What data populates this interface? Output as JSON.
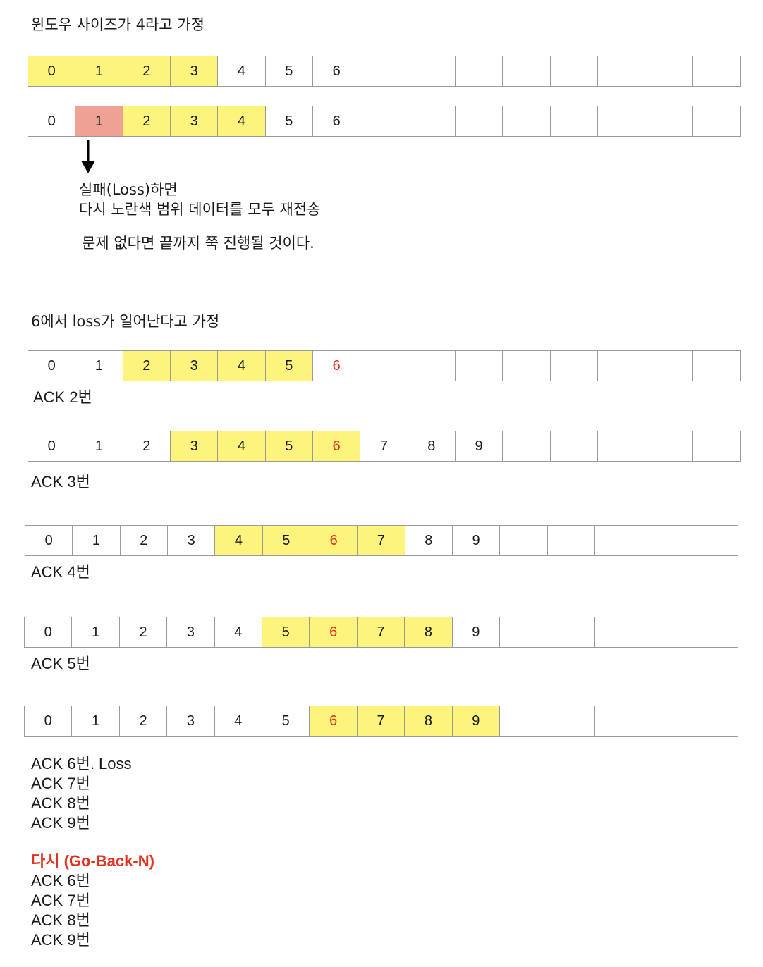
{
  "colors": {
    "window": "#fdf47e",
    "loss_cell": "#f0a196",
    "lost_text": "#e0331f"
  },
  "section1": {
    "title": "윈도우 사이즈가 4라고 가정",
    "rows": [
      {
        "cells": [
          {
            "label": "0",
            "state": "window"
          },
          {
            "label": "1",
            "state": "window"
          },
          {
            "label": "2",
            "state": "window"
          },
          {
            "label": "3",
            "state": "window"
          },
          {
            "label": "4",
            "state": ""
          },
          {
            "label": "5",
            "state": ""
          },
          {
            "label": "6",
            "state": ""
          },
          {
            "label": "",
            "state": ""
          },
          {
            "label": "",
            "state": ""
          },
          {
            "label": "",
            "state": ""
          },
          {
            "label": "",
            "state": ""
          },
          {
            "label": "",
            "state": ""
          },
          {
            "label": "",
            "state": ""
          },
          {
            "label": "",
            "state": ""
          },
          {
            "label": "",
            "state": ""
          }
        ]
      },
      {
        "cells": [
          {
            "label": "0",
            "state": ""
          },
          {
            "label": "1",
            "state": "loss"
          },
          {
            "label": "2",
            "state": "window"
          },
          {
            "label": "3",
            "state": "window"
          },
          {
            "label": "4",
            "state": "window"
          },
          {
            "label": "5",
            "state": ""
          },
          {
            "label": "6",
            "state": ""
          },
          {
            "label": "",
            "state": ""
          },
          {
            "label": "",
            "state": ""
          },
          {
            "label": "",
            "state": ""
          },
          {
            "label": "",
            "state": ""
          },
          {
            "label": "",
            "state": ""
          },
          {
            "label": "",
            "state": ""
          },
          {
            "label": "",
            "state": ""
          },
          {
            "label": "",
            "state": ""
          }
        ]
      }
    ],
    "note_line1": "실패(Loss)하면",
    "note_line2": "다시 노란색 범위 데이터를 모두 재전송",
    "note_line3": "문제 없다면 끝까지 쭉 진행될 것이다."
  },
  "section2": {
    "title": "6에서 loss가 일어난다고 가정",
    "rows": [
      {
        "cells": [
          {
            "label": "0",
            "state": ""
          },
          {
            "label": "1",
            "state": ""
          },
          {
            "label": "2",
            "state": "window"
          },
          {
            "label": "3",
            "state": "window"
          },
          {
            "label": "4",
            "state": "window"
          },
          {
            "label": "5",
            "state": "window"
          },
          {
            "label": "6",
            "state": "lost"
          },
          {
            "label": "",
            "state": ""
          },
          {
            "label": "",
            "state": ""
          },
          {
            "label": "",
            "state": ""
          },
          {
            "label": "",
            "state": ""
          },
          {
            "label": "",
            "state": ""
          },
          {
            "label": "",
            "state": ""
          },
          {
            "label": "",
            "state": ""
          },
          {
            "label": "",
            "state": ""
          }
        ],
        "ack": "ACK 2번"
      },
      {
        "cells": [
          {
            "label": "0",
            "state": ""
          },
          {
            "label": "1",
            "state": ""
          },
          {
            "label": "2",
            "state": ""
          },
          {
            "label": "3",
            "state": "window"
          },
          {
            "label": "4",
            "state": "window"
          },
          {
            "label": "5",
            "state": "window"
          },
          {
            "label": "6",
            "state": "window-lost"
          },
          {
            "label": "7",
            "state": ""
          },
          {
            "label": "8",
            "state": ""
          },
          {
            "label": "9",
            "state": ""
          },
          {
            "label": "",
            "state": ""
          },
          {
            "label": "",
            "state": ""
          },
          {
            "label": "",
            "state": ""
          },
          {
            "label": "",
            "state": ""
          },
          {
            "label": "",
            "state": ""
          }
        ],
        "ack": "ACK 3번"
      },
      {
        "cells": [
          {
            "label": "0",
            "state": ""
          },
          {
            "label": "1",
            "state": ""
          },
          {
            "label": "2",
            "state": ""
          },
          {
            "label": "3",
            "state": ""
          },
          {
            "label": "4",
            "state": "window"
          },
          {
            "label": "5",
            "state": "window"
          },
          {
            "label": "6",
            "state": "window-lost"
          },
          {
            "label": "7",
            "state": "window"
          },
          {
            "label": "8",
            "state": ""
          },
          {
            "label": "9",
            "state": ""
          },
          {
            "label": "",
            "state": ""
          },
          {
            "label": "",
            "state": ""
          },
          {
            "label": "",
            "state": ""
          },
          {
            "label": "",
            "state": ""
          },
          {
            "label": "",
            "state": ""
          }
        ],
        "ack": "ACK 4번"
      },
      {
        "cells": [
          {
            "label": "0",
            "state": ""
          },
          {
            "label": "1",
            "state": ""
          },
          {
            "label": "2",
            "state": ""
          },
          {
            "label": "3",
            "state": ""
          },
          {
            "label": "4",
            "state": ""
          },
          {
            "label": "5",
            "state": "window"
          },
          {
            "label": "6",
            "state": "window-lost"
          },
          {
            "label": "7",
            "state": "window"
          },
          {
            "label": "8",
            "state": "window"
          },
          {
            "label": "9",
            "state": ""
          },
          {
            "label": "",
            "state": ""
          },
          {
            "label": "",
            "state": ""
          },
          {
            "label": "",
            "state": ""
          },
          {
            "label": "",
            "state": ""
          },
          {
            "label": "",
            "state": ""
          }
        ],
        "ack": "ACK 5번"
      },
      {
        "cells": [
          {
            "label": "0",
            "state": ""
          },
          {
            "label": "1",
            "state": ""
          },
          {
            "label": "2",
            "state": ""
          },
          {
            "label": "3",
            "state": ""
          },
          {
            "label": "4",
            "state": ""
          },
          {
            "label": "5",
            "state": ""
          },
          {
            "label": "6",
            "state": "window-lost"
          },
          {
            "label": "7",
            "state": "window"
          },
          {
            "label": "8",
            "state": "window"
          },
          {
            "label": "9",
            "state": "window"
          },
          {
            "label": "",
            "state": ""
          },
          {
            "label": "",
            "state": ""
          },
          {
            "label": "",
            "state": ""
          },
          {
            "label": "",
            "state": ""
          },
          {
            "label": "",
            "state": ""
          }
        ],
        "ack": ""
      }
    ],
    "final_acks": [
      "ACK 6번. Loss",
      "ACK 7번",
      "ACK 8번",
      "ACK 9번"
    ],
    "retry_title": "다시 (Go-Back-N)",
    "retry_acks": [
      "ACK 6번",
      "ACK 7번",
      "ACK 8번",
      "ACK 9번"
    ]
  }
}
